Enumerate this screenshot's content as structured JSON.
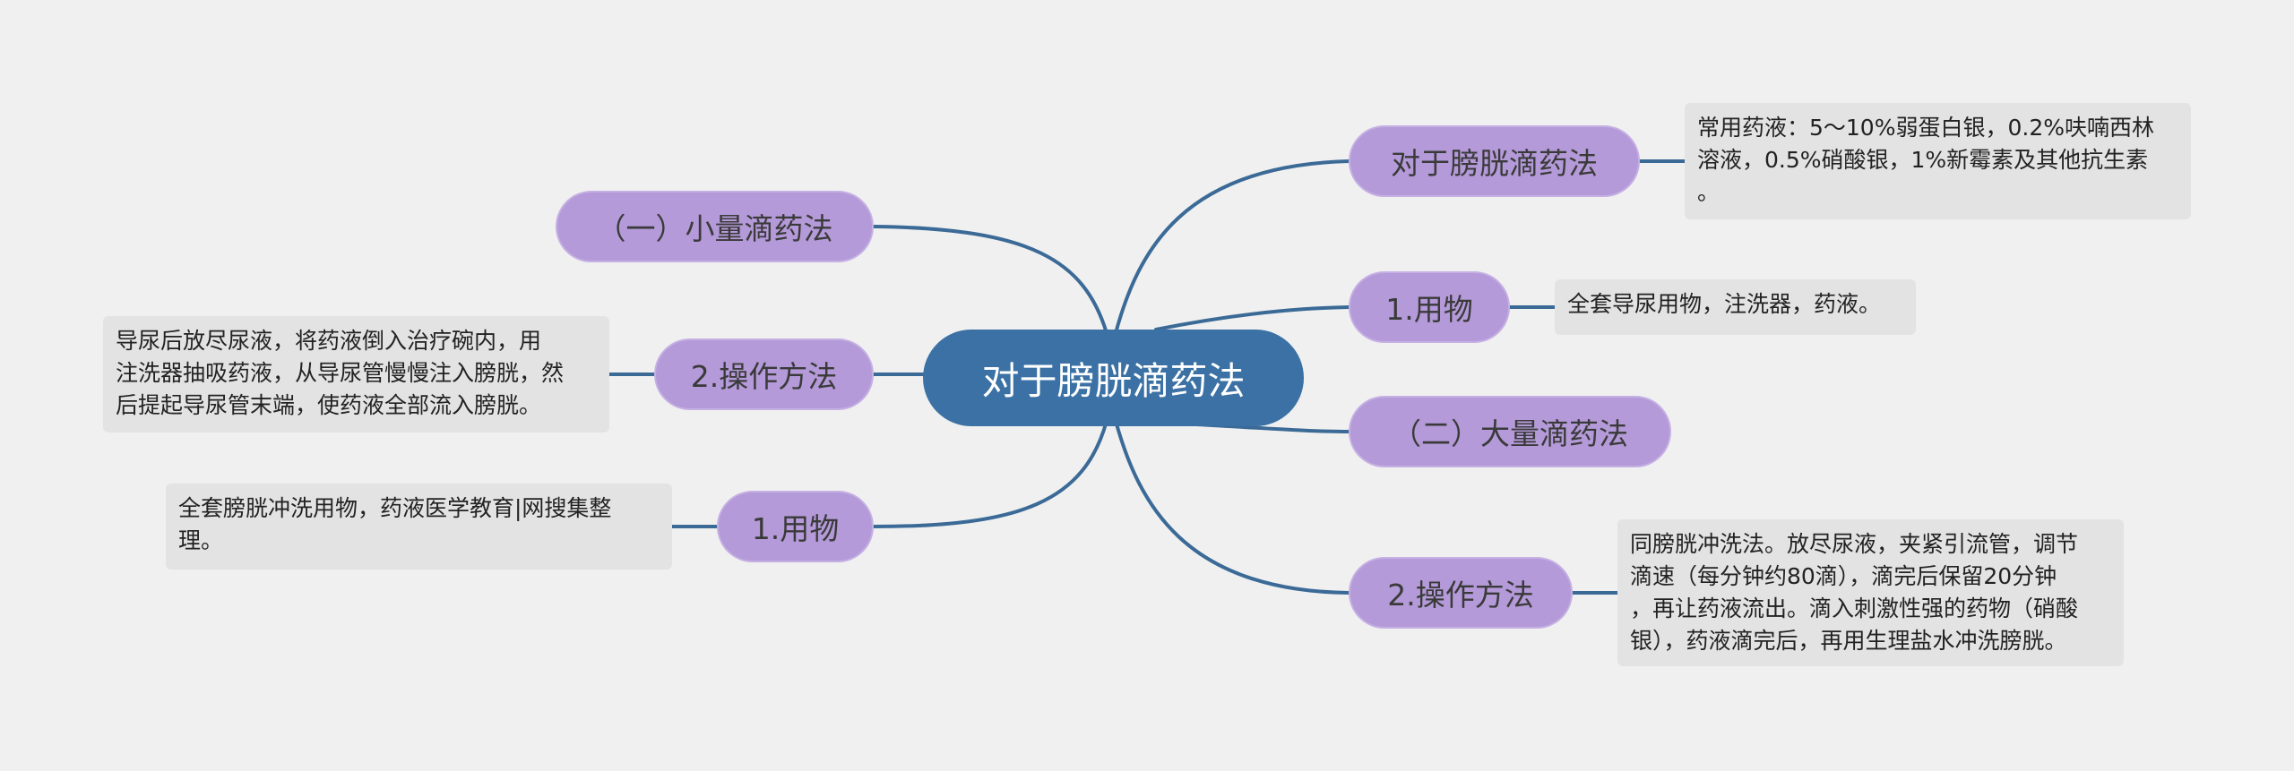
{
  "colors": {
    "background": "#f0f0f0",
    "root_fill": "#3b71a4",
    "branch_fill": "#b49ad8",
    "note_fill": "#e3e3e3",
    "connector": "#3b6a97"
  },
  "root": {
    "label": "对于膀胱滴药法"
  },
  "left": {
    "branch1": {
      "label": "（一）小量滴药法"
    },
    "branch2": {
      "label": "2.操作方法",
      "note": " 导尿后放尽尿液，将药液倒入治疗碗内，用\n注洗器抽吸药液，从导尿管慢慢注入膀胱，然\n后提起导尿管末端，使药液全部流入膀胱。"
    },
    "branch3": {
      "label": "1.用物",
      "note": " 全套膀胱冲洗用物，药液医学教育|网搜集整\n理。"
    }
  },
  "right": {
    "branch1": {
      "label": "对于膀胱滴药法",
      "note": "常用药液：5～10%弱蛋白银，0.2%呋喃西林\n溶液，0.5%硝酸银，1%新霉素及其他抗生素\n。"
    },
    "branch2": {
      "label": "1.用物",
      "note": "全套导尿用物，注洗器，药液。"
    },
    "branch3": {
      "label": "（二）大量滴药法"
    },
    "branch4": {
      "label": "2.操作方法",
      "note": "同膀胱冲洗法。放尽尿液，夹紧引流管，调节\n滴速（每分钟约80滴），滴完后保留20分钟\n，再让药液流出。滴入刺激性强的药物（硝酸\n银），药液滴完后，再用生理盐水冲洗膀胱。"
    }
  }
}
